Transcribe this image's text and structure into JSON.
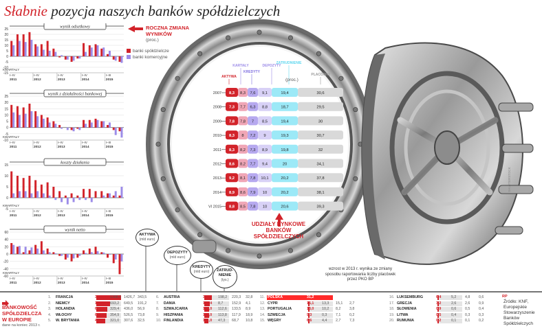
{
  "title_accent": "Słabnie",
  "title_rest": " pozycja naszych banków spółdzielczych",
  "colors": {
    "accent": "#d2232a",
    "cooperative": "#d2232a",
    "commercial": "#9c8ce8",
    "blue": "#5fd7ef"
  },
  "legend": {
    "header": "ROCZNA ZMIANA WYNIKÓW",
    "unit": "(proc.)",
    "cooperative": "banki spółdzielcze",
    "commercial": "banki komercyjne"
  },
  "chart_data": [
    {
      "type": "bar",
      "title": "wynik odsetkowy",
      "xlabel": "KWARTAŁY",
      "quarter_ticks": [
        "I–IV",
        "I–IV",
        "I–IV",
        "I–IV",
        "I–III"
      ],
      "years": [
        "2011",
        "2012",
        "2013",
        "2014",
        "2015"
      ],
      "yticks": [
        -15,
        -10,
        -5,
        0,
        5,
        10,
        15,
        20,
        25
      ],
      "ylim": [
        -15,
        25
      ],
      "series": [
        {
          "name": "banki spółdzielcze",
          "values": [
            14,
            20,
            20,
            22,
            11,
            11,
            14,
            7,
            -1,
            -3,
            -5,
            -2,
            12,
            10,
            11,
            7,
            2,
            -3,
            -5
          ]
        },
        {
          "name": "banki komercyjne",
          "values": [
            10,
            14,
            13,
            15,
            9,
            6,
            5,
            4,
            1,
            -3,
            -4,
            -2,
            4,
            8,
            10,
            8,
            5,
            -4,
            -6
          ]
        }
      ]
    },
    {
      "type": "bar",
      "title": "wynik z działalności bankowej",
      "xlabel": "KWARTAŁY",
      "quarter_ticks": [
        "I–IV",
        "I–IV",
        "I–IV",
        "I–IV",
        "I–III"
      ],
      "years": [
        "2011",
        "2012",
        "2013",
        "2014",
        "2015"
      ],
      "yticks": [
        -10,
        -5,
        0,
        5,
        10,
        15,
        20,
        25
      ],
      "ylim": [
        -10,
        25
      ],
      "series": [
        {
          "name": "banki spółdzielcze",
          "values": [
            18,
            17,
            16,
            19,
            13,
            10,
            8,
            5,
            2,
            0,
            -2,
            -1,
            6,
            6,
            7,
            5,
            2,
            -2,
            -3
          ]
        },
        {
          "name": "banki komercyjne",
          "values": [
            12,
            10,
            11,
            13,
            9,
            7,
            4,
            3,
            -1,
            -2,
            -3,
            -2,
            3,
            4,
            6,
            5,
            4,
            -6,
            -8
          ]
        }
      ]
    },
    {
      "type": "bar",
      "title": "koszty działania",
      "xlabel": "KWARTAŁY",
      "quarter_ticks": [
        "I–IV",
        "I–IV",
        "I–IV",
        "I–IV",
        "I–III"
      ],
      "years": [
        "2011",
        "2012",
        "2013",
        "2014",
        "2015"
      ],
      "yticks": [
        -5,
        0,
        5,
        10,
        15
      ],
      "ylim": [
        -5,
        15
      ],
      "series": [
        {
          "name": "banki spółdzielcze",
          "values": [
            12,
            10,
            9,
            10,
            8,
            6,
            7,
            5,
            3,
            1,
            2,
            1,
            4,
            4,
            3,
            3,
            2,
            1,
            1
          ]
        },
        {
          "name": "banki komercyjne",
          "values": [
            2,
            3,
            3,
            2,
            3,
            2,
            1,
            -1,
            -2,
            -3,
            -2,
            -1,
            -1,
            -2,
            0,
            1,
            2,
            3,
            5
          ]
        }
      ]
    },
    {
      "type": "bar",
      "title": "wynik netto",
      "xlabel": "KWARTAŁY",
      "quarter_ticks": [
        "I–IV",
        "I–IV",
        "I–IV",
        "I–IV",
        "I–III"
      ],
      "years": [
        "2011",
        "2012",
        "2013",
        "2014",
        "2015"
      ],
      "yticks": [
        -60,
        -40,
        -20,
        0,
        20,
        40,
        60
      ],
      "ylim": [
        -60,
        60
      ],
      "series": [
        {
          "name": "banki spółdzielcze",
          "values": [
            30,
            20,
            5,
            10,
            25,
            35,
            15,
            5,
            -5,
            -15,
            -20,
            -10,
            10,
            15,
            20,
            5,
            -10,
            -25,
            -55
          ]
        },
        {
          "name": "banki komercyjne",
          "values": [
            25,
            22,
            20,
            18,
            15,
            10,
            5,
            2,
            -5,
            -10,
            -12,
            -5,
            3,
            5,
            8,
            4,
            -2,
            -15,
            -20
          ]
        }
      ]
    },
    {
      "type": "table",
      "title": "UDZIAŁY RYNKOWE BANKÓW SPÓŁDZIELCZYCH",
      "unit": "(proc.)",
      "columns": [
        "AKTYWA",
        "KARTAŁY",
        "KREDYTY",
        "DEPOZYTY",
        "ZATRUDNIENIE",
        "PLACÓWKI"
      ],
      "rows": [
        {
          "year": "2007",
          "values": [
            8.3,
            8.3,
            7.6,
            9.1,
            19.4,
            30.6
          ]
        },
        {
          "year": "2008",
          "values": [
            7.3,
            7.7,
            6.3,
            8.8,
            18.7,
            29.5
          ]
        },
        {
          "year": "2009",
          "values": [
            7.8,
            7.8,
            7,
            8.5,
            19.4,
            30
          ]
        },
        {
          "year": "2010",
          "values": [
            8.3,
            8,
            7.2,
            9,
            19.3,
            30.7
          ]
        },
        {
          "year": "2011",
          "values": [
            8.3,
            8.2,
            7.3,
            8.9,
            19.8,
            32
          ]
        },
        {
          "year": "2012",
          "values": [
            8.6,
            8.2,
            7.7,
            9.4,
            20,
            34.1
          ]
        },
        {
          "year": "2013",
          "values": [
            9.2,
            8.1,
            7.8,
            10.1,
            20.2,
            37.8
          ]
        },
        {
          "year": "2014",
          "values": [
            8.9,
            8.6,
            7.9,
            10,
            20.2,
            38.1
          ]
        },
        {
          "year": "VI 2015",
          "values": [
            8.8,
            8.5,
            7.8,
            10,
            20.6,
            39.3
          ]
        }
      ]
    },
    {
      "type": "table",
      "title": "BANKOWOŚĆ SPÓŁDZIELCZA W EUROPIE",
      "subtitle": "dane na koniec 2013 r.",
      "columns": [
        "AKTYWA",
        "DEPOZYTY",
        "KREDYTY",
        "ZATRUDNIENIE"
      ],
      "columns_units": [
        "(mld euro)",
        "(mld euro)",
        "(mld euro)",
        "(tys.)"
      ],
      "rows": [
        {
          "rank": "1.",
          "country": "FRANCJA",
          "values": [
            3489.3,
            1308.1,
            1426.7,
            343.5
          ]
        },
        {
          "rank": "2.",
          "country": "NIEMCY",
          "values": [
            1050.6,
            693.2,
            649.5,
            191.2
          ]
        },
        {
          "rank": "3.",
          "country": "HOLANDIA",
          "values": [
            674.1,
            329.4,
            436.0,
            56.9
          ]
        },
        {
          "rank": "4.",
          "country": "WŁOCHY",
          "values": [
            616.3,
            354.9,
            526.5,
            73.8
          ]
        },
        {
          "rank": "5.",
          "country": "W. BRYTANIA",
          "values": [
            441.9,
            321.0,
            307.6,
            32.5
          ]
        },
        {
          "rank": "6.",
          "country": "AUSTRIA",
          "values": [
            322.2,
            198.2,
            220.3,
            32.8
          ]
        },
        {
          "rank": "7.",
          "country": "DANIA",
          "values": [
            168.4,
            8.7,
            152.9,
            4.1
          ]
        },
        {
          "rank": "8.",
          "country": "SZWAJCARIA",
          "values": [
            146.0,
            112.6,
            133.5,
            8.9
          ]
        },
        {
          "rank": "9.",
          "country": "HISZPANIA",
          "values": [
            135.0,
            113.8,
            117.9,
            18.9
          ]
        },
        {
          "rank": "10.",
          "country": "FINLANDIA",
          "values": [
            101.0,
            47.3,
            68.7,
            10.8
          ]
        },
        {
          "rank": "11.",
          "country": "POLSKA",
          "values": [
            31.2,
            null,
            null,
            null
          ]
        },
        {
          "rank": "12.",
          "country": "CYPR",
          "values": [
            15.1,
            13.3,
            15.1,
            2.7
          ]
        },
        {
          "rank": "13.",
          "country": "PORTUGALIA",
          "values": [
            13.0,
            10.2,
            8.2,
            3.8
          ]
        },
        {
          "rank": "14.",
          "country": "SZWECJA",
          "values": [
            9.3,
            0.3,
            7.1,
            0.2
          ]
        },
        {
          "rank": "15.",
          "country": "WĘGRY",
          "values": [
            6.6,
            4.4,
            2.7,
            7.3
          ]
        },
        {
          "rank": "16.",
          "country": "LUKSEMBURG",
          "values": [
            6.4,
            5.2,
            4.8,
            0.6
          ]
        },
        {
          "rank": "17.",
          "country": "GRECJA",
          "values": [
            3.2,
            2.6,
            2.6,
            0.9
          ]
        },
        {
          "rank": "18.",
          "country": "SŁOWENIA",
          "values": [
            0.9,
            0.6,
            0.5,
            0.4
          ]
        },
        {
          "rank": "19.",
          "country": "LITWA",
          "values": [
            0.5,
            0.4,
            0.3,
            0.3
          ]
        },
        {
          "rank": "20.",
          "country": "RUMUNIA",
          "values": [
            0.2,
            0.1,
            0.1,
            0.2
          ]
        }
      ]
    }
  ],
  "callouts": {
    "aktywa": {
      "label": "AKTYWA",
      "unit": "(mld euro)"
    },
    "depozyty": {
      "label": "DEPOZYTY",
      "unit": "(mld euro)"
    },
    "kredyty": {
      "label": "KREDYTY",
      "unit": "(mld euro)"
    },
    "zatrudnienie": {
      "label": "ZATRUD-NIENIE",
      "unit": "(tys.)"
    }
  },
  "note": "wzrost w 2013 r. wynika ze zmiany sposobu raportowania liczby placówek przez PKO BP",
  "source": "Źródło: KNF, Europejskie Stowarzyszenie Banków Spółdzielczych",
  "credit": "SHUTTERSTOCK",
  "logo": "RP",
  "europe": {
    "title": "BANKOWOŚĆ SPÓŁDZIELCZA W EUROPIE",
    "subtitle": "dane na koniec 2013 r."
  }
}
